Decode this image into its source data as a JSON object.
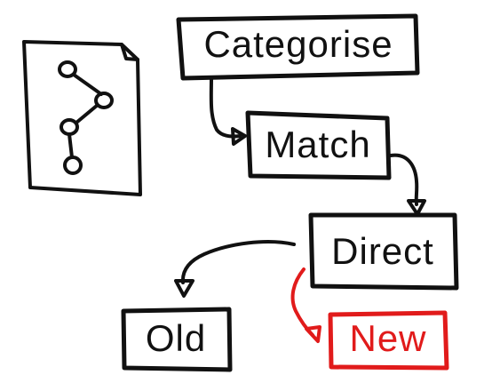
{
  "diagram": {
    "nodes": [
      {
        "id": "categorise",
        "label": "Categorise",
        "color": "#111111"
      },
      {
        "id": "match",
        "label": "Match",
        "color": "#111111"
      },
      {
        "id": "direct",
        "label": "Direct",
        "color": "#111111"
      },
      {
        "id": "old",
        "label": "Old",
        "color": "#111111"
      },
      {
        "id": "new",
        "label": "New",
        "color": "#e11b1b"
      }
    ],
    "edges": [
      {
        "from": "categorise",
        "to": "match",
        "color": "#111111"
      },
      {
        "from": "match",
        "to": "direct",
        "color": "#111111"
      },
      {
        "from": "direct",
        "to": "old",
        "color": "#111111"
      },
      {
        "from": "direct",
        "to": "new",
        "color": "#e11b1b"
      }
    ],
    "icons": [
      {
        "name": "document-tree-icon",
        "description_type": "document with tree graph"
      }
    ]
  }
}
